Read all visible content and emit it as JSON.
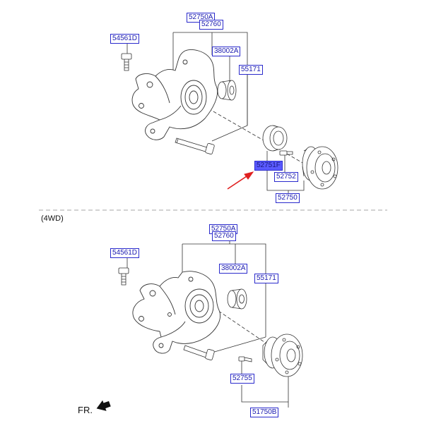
{
  "upper": {
    "labels": {
      "p52750A": "52750A",
      "p52760": "52760",
      "p54561D": "54561D",
      "p38002A": "38002A",
      "p55171": "55171",
      "p52751F": "52751F",
      "p52752": "52752",
      "p52750": "52750"
    },
    "highlight_color": "#5a5aff",
    "arrow_color": "#e02020"
  },
  "divider_label": "(4WD)",
  "lower": {
    "labels": {
      "p52750A": "52750A",
      "p52760": "52760",
      "p54561D": "54561D",
      "p38002A": "38002A",
      "p55171": "55171",
      "p52755": "52755",
      "p51750B": "51750B"
    }
  },
  "fr_label": "FR.",
  "label_color": "#1a1ab0"
}
